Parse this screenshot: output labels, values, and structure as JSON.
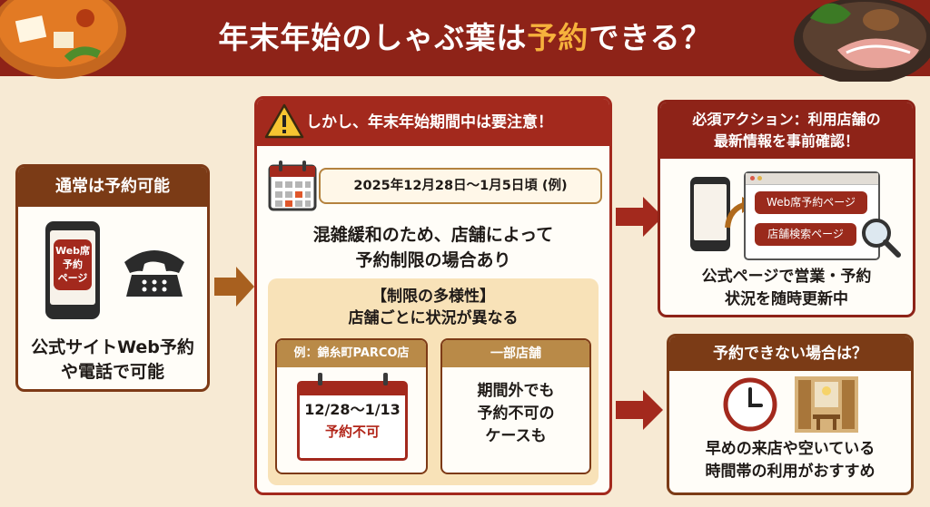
{
  "header": {
    "title_before": "年末年始のしゃぶ葉は",
    "title_highlight": "予約",
    "title_after": "できる？"
  },
  "normal": {
    "heading": "通常は予約可能",
    "phone_screen_text": "Web席\n予約\nページ",
    "description": "公式サイトWeb予約\nや電話で可能"
  },
  "warning": {
    "heading": "しかし、年末年始期間中は要注意！",
    "period": "2025年12月28日〜1月5日頃 (例)",
    "description": "混雑緩和のため、店舗によって\n予約制限の場合あり",
    "diversity": {
      "title": "【制限の多様性】",
      "subtitle": "店舗ごとに状況が異なる",
      "example": {
        "heading": "例：錦糸町PARCO店",
        "dates": "12/28〜1/13",
        "status": "予約不可"
      },
      "some_stores": {
        "heading": "一部店舗",
        "text": "期間外でも\n予約不可の\nケースも"
      }
    }
  },
  "action": {
    "heading": "必須アクション：利用店舗の\n最新情報を事前確認！",
    "buttons": [
      "Web席予約ページ",
      "店舗検索ページ"
    ],
    "description": "公式ページで営業・予約\n状況を随時更新中"
  },
  "fallback": {
    "heading": "予約できない場合は？",
    "description": "早めの来店や空いている\n時間帯の利用がおすすめ"
  },
  "colors": {
    "header_bg": "#8e2318",
    "highlight": "#f6b23c",
    "card_border": "#7d3a16",
    "alert_red": "#a3291d",
    "background": "#f7ead4"
  },
  "icons": [
    "hot-pot-icon",
    "warning-icon",
    "calendar-icon",
    "smartphone-icon",
    "telephone-icon",
    "magnifier-icon",
    "clock-icon",
    "restaurant-icon",
    "arrow-right-icon"
  ]
}
